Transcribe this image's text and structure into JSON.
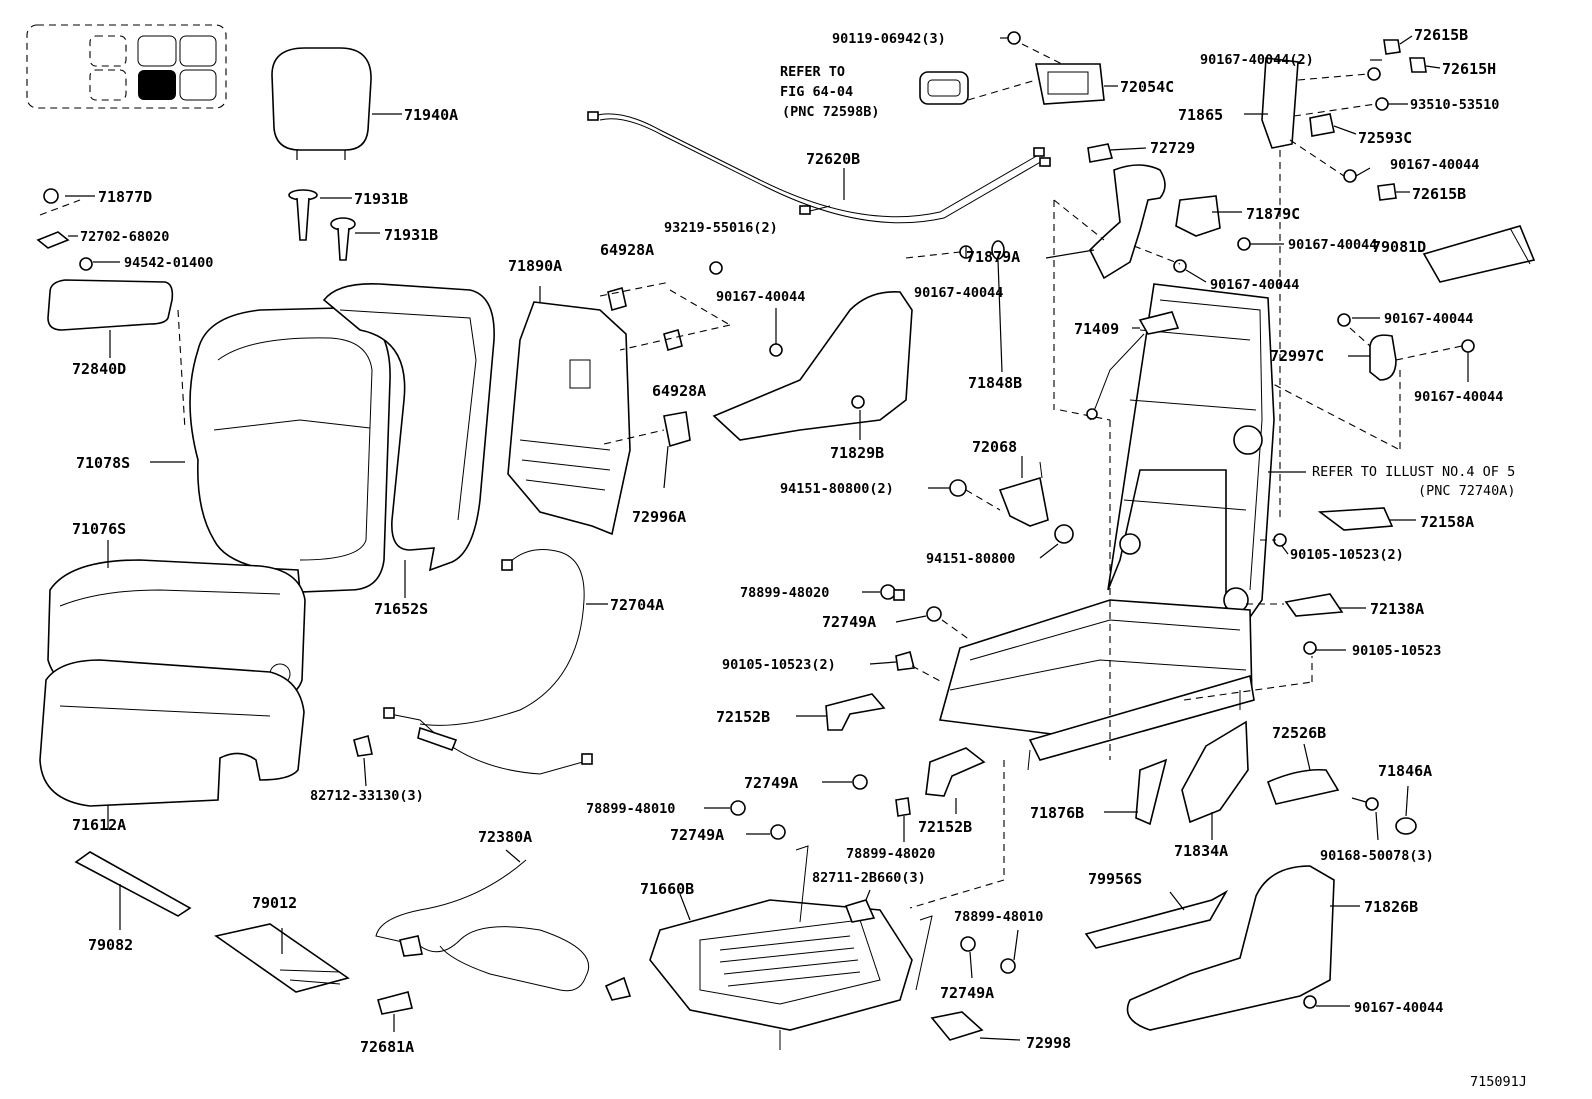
{
  "figure_id": "715091J",
  "locator": {
    "highlight_color": "#000000"
  },
  "note_refer_fig": [
    "REFER TO",
    "FIG 64-04",
    "(PNC 72598B)"
  ],
  "note_refer_illust": [
    "REFER TO ILLUST NO.4 OF 5",
    "(PNC 72740A)"
  ],
  "labels": {
    "p71940A": "71940A",
    "p71931B_1": "71931B",
    "p71931B_2": "71931B",
    "p71877D": "71877D",
    "p72702_68020": "72702-68020",
    "p94542_01400": "94542-01400",
    "p72840D": "72840D",
    "p71078S": "71078S",
    "p71076S": "71076S",
    "p71612A": "71612A",
    "p71652S": "71652S",
    "p71890A": "71890A",
    "p64928A_1": "64928A",
    "p64928A_2": "64928A",
    "p93219_55016": "93219-55016(2)",
    "p72996A": "72996A",
    "p72620B": "72620B",
    "p90119_06942": "90119-06942(3)",
    "p72054C": "72054C",
    "p90167_40044_2": "90167-40044(2)",
    "p72615B_1": "72615B",
    "p72615H": "72615H",
    "p71865": "71865",
    "p93510_53510": "93510-53510",
    "p72593C": "72593C",
    "p90167_40044_a": "90167-40044",
    "p72615B_2": "72615B",
    "p72729": "72729",
    "p71879C": "71879C",
    "p90167_40044_b": "90167-40044",
    "p71879A": "71879A",
    "p90167_40044_c": "90167-40044",
    "p79081D": "79081D",
    "p90167_40044_d": "90167-40044",
    "p90167_40044_e": "90167-40044",
    "p71848B": "71848B",
    "p71409": "71409",
    "p90167_40044_f": "90167-40044",
    "p72997C": "72997C",
    "p90167_40044_g": "90167-40044",
    "p71829B": "71829B",
    "p72068": "72068",
    "p94151_80800_2": "94151-80800(2)",
    "p94151_80800": "94151-80800",
    "p72158A": "72158A",
    "p90105_10523_2a": "90105-10523(2)",
    "p72704A": "72704A",
    "p78899_48020_a": "78899-48020",
    "p72749A_1": "72749A",
    "p72138A": "72138A",
    "p90105_10523_2b": "90105-10523(2)",
    "p90105_10523": "90105-10523",
    "p72152B_1": "72152B",
    "p82712_33130": "82712-33130(3)",
    "p72749A_2": "72749A",
    "p72526B": "72526B",
    "p71846A": "71846A",
    "p78899_48010_a": "78899-48010",
    "p72749A_3": "72749A",
    "p72152B_2": "72152B",
    "p78899_48020_b": "78899-48020",
    "p71876B": "71876B",
    "p71834A": "71834A",
    "p90168_50078": "90168-50078(3)",
    "p72380A": "72380A",
    "p71660B": "71660B",
    "p82711_2B660": "82711-2B660(3)",
    "p79956S": "79956S",
    "p71826B": "71826B",
    "p79082": "79082",
    "p79012": "79012",
    "p78899_48010_b": "78899-48010",
    "p72749A_4": "72749A",
    "p90167_40044_h": "90167-40044",
    "p72681A": "72681A",
    "p72998": "72998"
  }
}
